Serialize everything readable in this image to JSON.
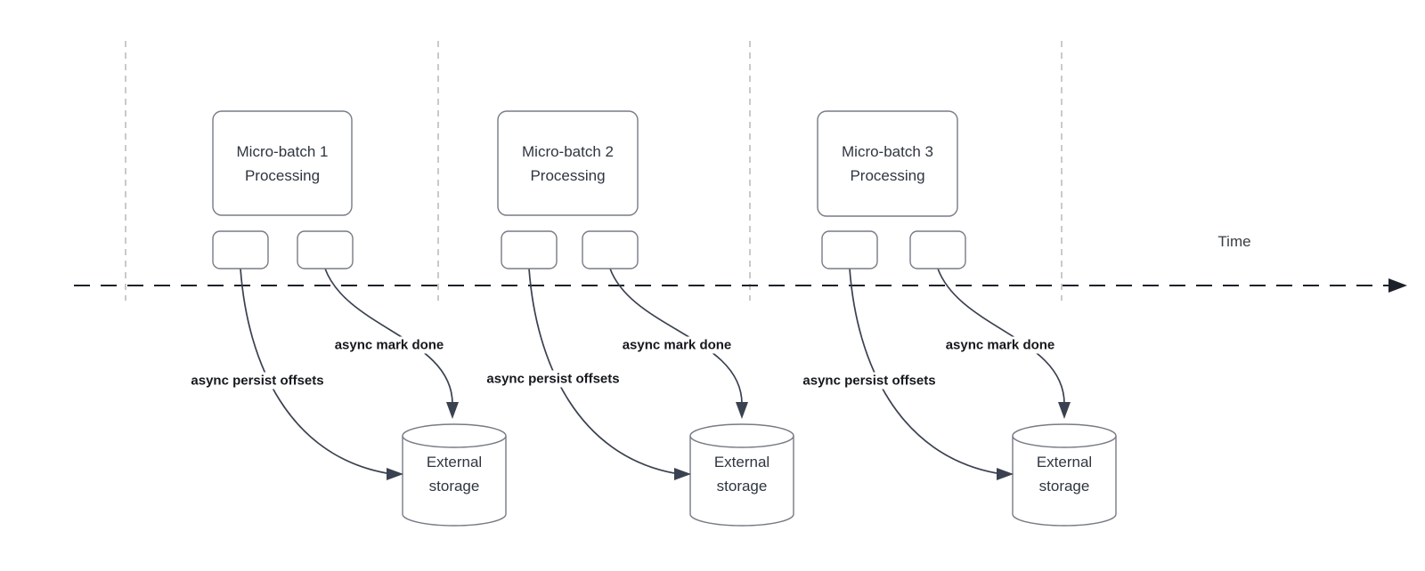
{
  "diagram": {
    "description": "Micro-batch stream processing timeline with asynchronous progress tracking to external storage",
    "colors": {
      "background": "#ffffff",
      "shape_border": "#767b85",
      "arrow_stroke": "#3a4150",
      "time_axis": "#1d2129",
      "interval_divider": "#b3b3b3",
      "shape_text": "#2f3540",
      "edge_label_text": "#15181d"
    }
  },
  "timeline": {
    "label": "Time"
  },
  "groups": [
    {
      "box": {
        "label": "Micro-batch 1 Processing",
        "lines": [
          "Micro-batch 1",
          "Processing"
        ]
      },
      "persist_label": "async persist offsets",
      "mark_done_label": "async mark done",
      "storage": {
        "label": "External storage",
        "lines": [
          "External",
          "storage"
        ]
      }
    },
    {
      "box": {
        "label": "Micro-batch 2 Processing",
        "lines": [
          "Micro-batch 2",
          "Processing"
        ]
      },
      "persist_label": "async persist offsets",
      "mark_done_label": "async mark done",
      "storage": {
        "label": "External storage",
        "lines": [
          "External",
          "storage"
        ]
      }
    },
    {
      "box": {
        "label": "Micro-batch 3 Processing",
        "lines": [
          "Micro-batch 3",
          "Processing"
        ]
      },
      "persist_label": "async persist offsets",
      "mark_done_label": "async mark done",
      "storage": {
        "label": "External storage",
        "lines": [
          "External",
          "storage"
        ]
      }
    }
  ]
}
